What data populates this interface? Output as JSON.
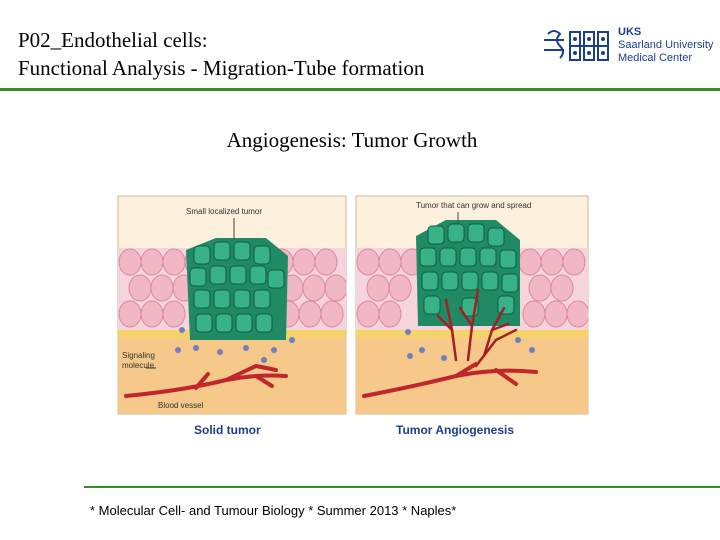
{
  "header": {
    "title_line1": "P02_Endothelial cells:",
    "title_line2": "Functional Analysis - Migration-Tube formation",
    "logo": {
      "line1": "UKS",
      "line2": "Saarland University",
      "line3": "Medical Center"
    }
  },
  "main": {
    "heading": "Angiogenesis: Tumor Growth",
    "figure": {
      "left_panel": {
        "label_tumor": "Small localized tumor",
        "label_signaling": "Signaling",
        "label_molecule": "molecule",
        "label_vessel": "Blood vessel",
        "caption": "Solid tumor"
      },
      "right_panel": {
        "label_tumor": "Tumor that can grow and spread",
        "caption": "Tumor Angiogenesis"
      }
    }
  },
  "footer": {
    "text": "* Molecular Cell- and Tumour Biology * Summer 2013 * Naples*"
  },
  "colors": {
    "accent_green": "#3c8a2e",
    "tumor_green": "#1f8a63",
    "tissue_pink": "#f2b7c4",
    "stroma": "#f6c98a",
    "vessel_red": "#c0262c",
    "logo_blue": "#1b3f8a"
  }
}
